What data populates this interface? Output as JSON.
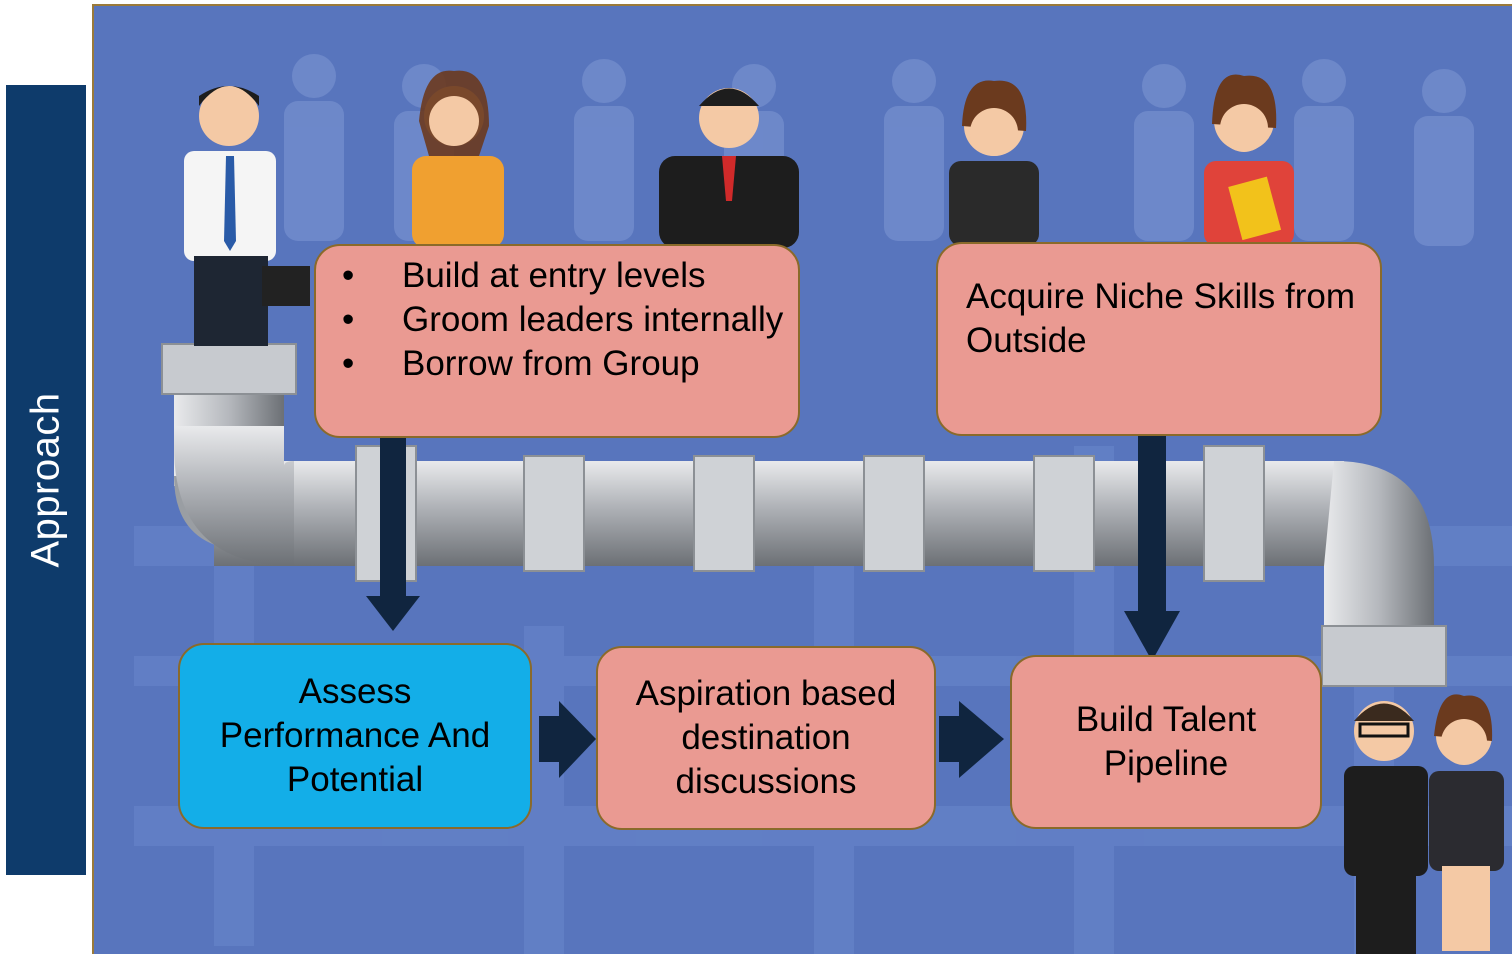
{
  "side_label": "Approach",
  "boxes": {
    "build_internal": {
      "bullets": [
        "Build at entry levels",
        "Groom leaders internally",
        "Borrow from Group"
      ]
    },
    "acquire": {
      "text": "Acquire Niche Skills from Outside"
    },
    "assess": {
      "text": "Assess Performance And Potential"
    },
    "aspiration": {
      "text": "Aspiration based destination discussions"
    },
    "pipeline": {
      "text": "Build Talent Pipeline"
    }
  },
  "colors": {
    "side_label_bg": "#0e3b6b",
    "scene_bg": "#5875bd",
    "box_pink": "#ea9a92",
    "box_blue": "#13aee8",
    "arrow": "#10253f",
    "pipe": "#b9bcc1"
  }
}
